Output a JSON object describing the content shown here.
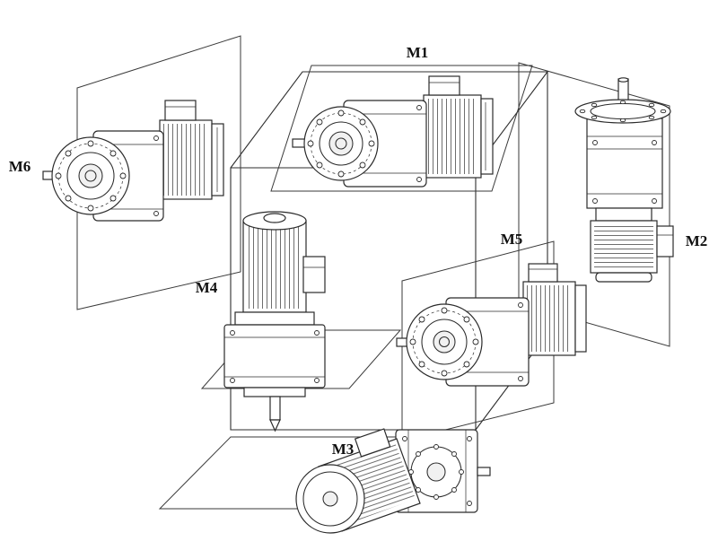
{
  "colors": {
    "ink": "#2b2b2b",
    "background": "#ffffff"
  },
  "labels": {
    "m1": "M1",
    "m2": "M2",
    "m3": "M3",
    "m4": "M4",
    "m5": "M5",
    "m6": "M6"
  }
}
